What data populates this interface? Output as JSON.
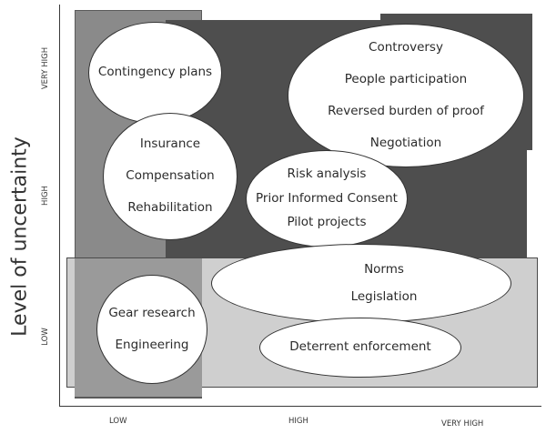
{
  "diagram": {
    "y_axis": {
      "title": "Level of uncertainty",
      "ticks": [
        "LOW",
        "HIGH",
        "VERY HIGH"
      ]
    },
    "x_axis": {
      "title": "",
      "ticks": [
        "LOW",
        "HIGH",
        "VERY HIGH"
      ]
    },
    "regions": [
      {
        "name": "medium-gray-column",
        "color": "#8a8a8a"
      },
      {
        "name": "dark-gray-upper-block",
        "color": "#4e4e4e"
      },
      {
        "name": "light-gray-lower-band",
        "color": "#cfcfcf"
      }
    ],
    "ellipses": [
      {
        "id": "contingency",
        "labels": [
          "Contingency plans"
        ]
      },
      {
        "id": "top-right",
        "labels": [
          "Controversy",
          "People participation",
          "Reversed burden of proof",
          "Negotiation"
        ]
      },
      {
        "id": "insurance",
        "labels": [
          "Insurance",
          "Compensation",
          "Rehabilitation"
        ]
      },
      {
        "id": "risk",
        "labels": [
          "Risk analysis",
          "Prior Informed Consent",
          "Pilot projects"
        ]
      },
      {
        "id": "norms",
        "labels": [
          "Norms",
          "Legislation"
        ]
      },
      {
        "id": "gear",
        "labels": [
          "Gear research",
          "Engineering"
        ]
      },
      {
        "id": "deterrent",
        "labels": [
          "Deterrent enforcement"
        ]
      }
    ]
  }
}
